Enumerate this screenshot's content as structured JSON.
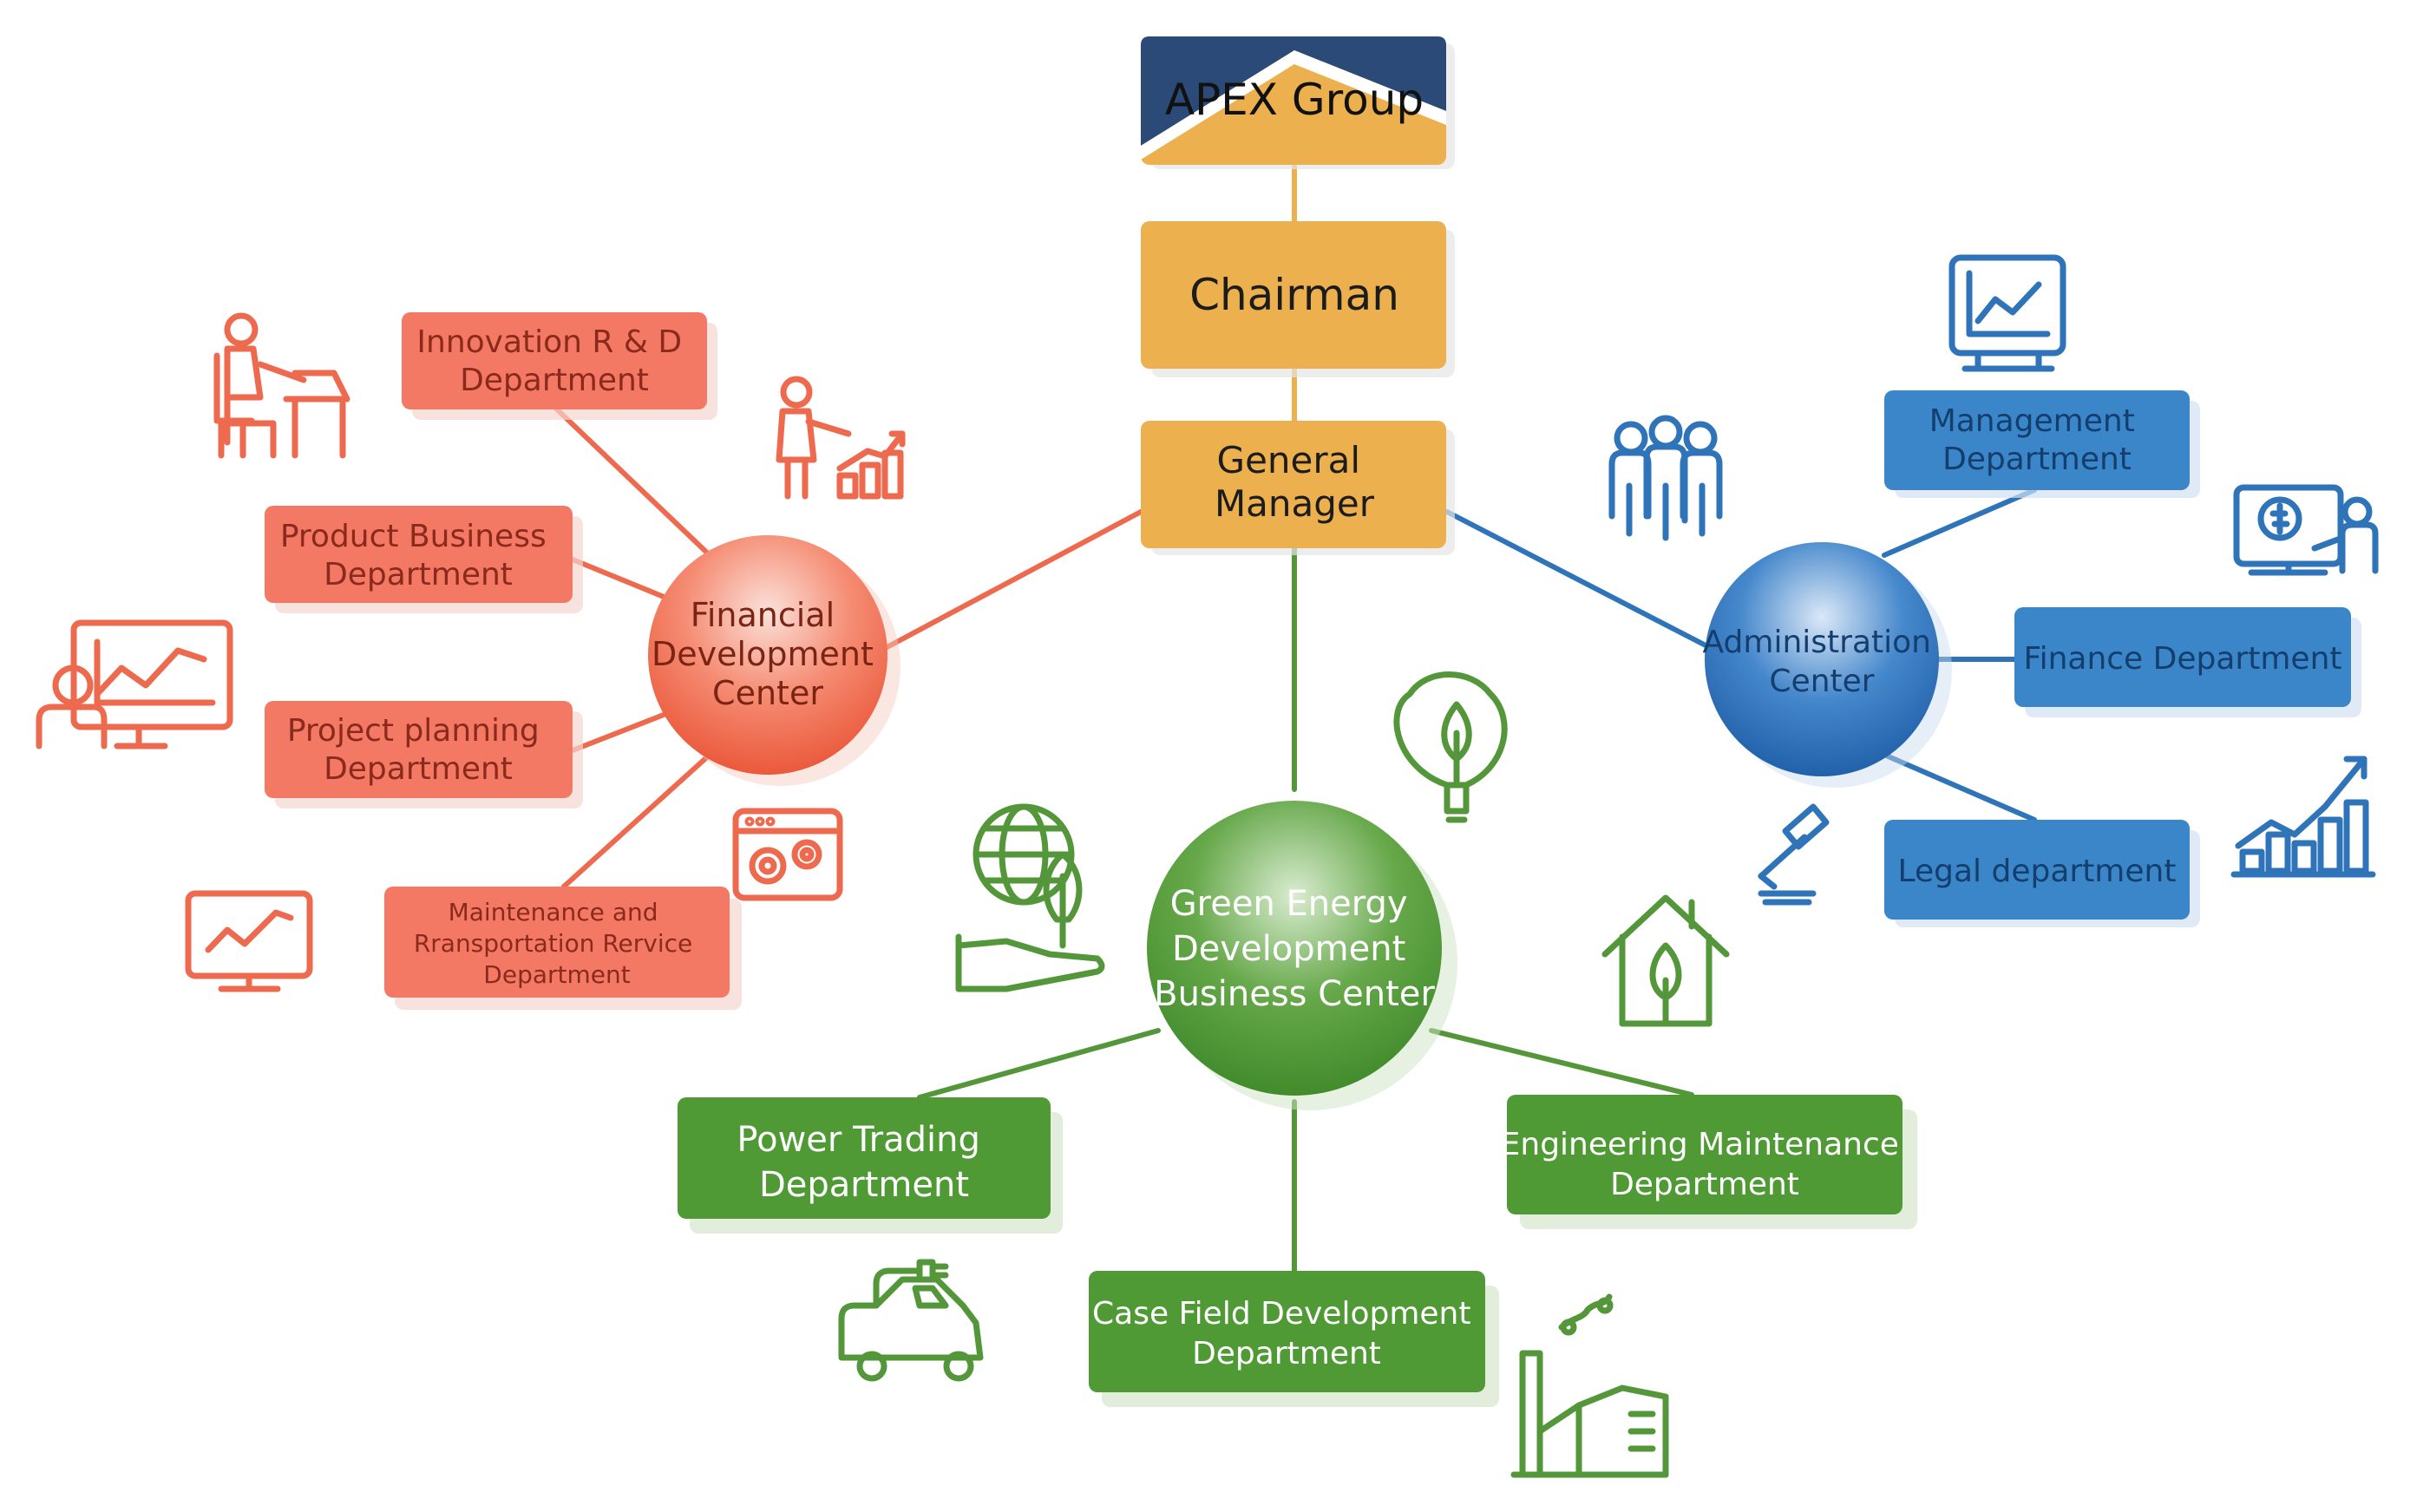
{
  "org": {
    "brand": "APEX Group",
    "chairman": "Chairman",
    "general_manager": [
      "General",
      "Manager"
    ]
  },
  "financial": {
    "center": [
      "Financial",
      "Development",
      "Center"
    ],
    "departments": {
      "innovation": [
        "Innovation R & D",
        "Department"
      ],
      "product": [
        "Product Business",
        "Department"
      ],
      "planning": [
        "Project planning",
        "Department"
      ],
      "maintenance": [
        "Maintenance and",
        "Rransportation Rervice",
        "Department"
      ]
    }
  },
  "administration": {
    "center": [
      "Administration",
      "Center"
    ],
    "departments": {
      "management": [
        "Management",
        "Department"
      ],
      "finance": [
        "Finance Department"
      ],
      "legal": [
        "Legal department"
      ]
    }
  },
  "green": {
    "center": [
      "Green Energy",
      "Development",
      "Business Center"
    ],
    "departments": {
      "power": [
        "Power Trading",
        "Department"
      ],
      "case_field": [
        "Case Field Development",
        "Department"
      ],
      "engineering": [
        "Engineering Maintenance",
        "Department"
      ]
    }
  },
  "colors": {
    "red": "#ee6a4e",
    "red_box": "#f47965",
    "blue": "#2f74b8",
    "blue_box": "#3a86c8",
    "green": "#54963a",
    "green_box": "#4f9a35",
    "orange": "#ecb04f",
    "navy": "#2b4a78",
    "dark_text": "#1c1c1c",
    "red_text": "#8a2a1c",
    "blue_text": "#143e6e"
  },
  "icons": {
    "financial": [
      "person-at-desk-icon",
      "presenter-growth-icon",
      "presentation-board-icon",
      "gears-window-icon",
      "monitor-chart-icon"
    ],
    "administration": [
      "board-chart-icon",
      "team-icon",
      "money-screen-icon",
      "gavel-icon",
      "bar-growth-icon"
    ],
    "green": [
      "eco-bulb-icon",
      "globe-hand-icon",
      "green-house-icon",
      "electric-car-icon",
      "factory-icon"
    ]
  }
}
